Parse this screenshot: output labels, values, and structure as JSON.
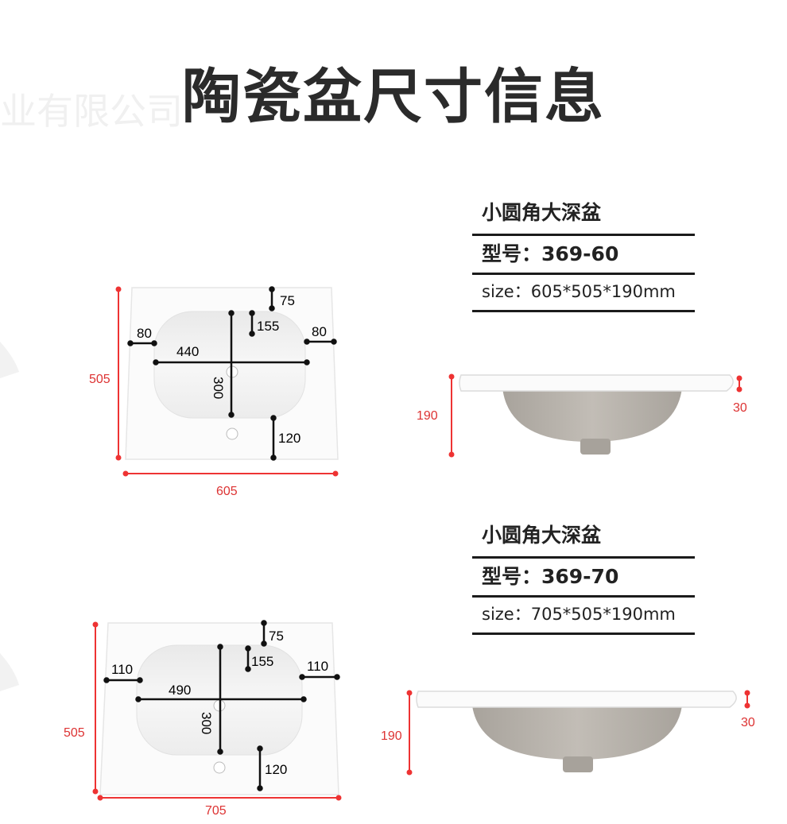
{
  "title": "陶瓷盆尺寸信息",
  "watermark": "业有限公司",
  "products": [
    {
      "name": "小圆角大深盆",
      "model": "型号：369-60",
      "size": "size：605*505*190mm",
      "top_view": {
        "width": "605",
        "depth": "505",
        "edge_left": "80",
        "edge_right": "80",
        "bowl_width": "440",
        "bowl_depth": "300",
        "rim_back": "75",
        "faucet_offset": "155",
        "drain_front": "120"
      },
      "side_view": {
        "height": "190",
        "rim": "30"
      }
    },
    {
      "name": "小圆角大深盆",
      "model": "型号：369-70",
      "size": "size：705*505*190mm",
      "top_view": {
        "width": "705",
        "depth": "505",
        "edge_left": "110",
        "edge_right": "110",
        "bowl_width": "490",
        "bowl_depth": "300",
        "rim_back": "75",
        "faucet_offset": "155",
        "drain_front": "120"
      },
      "side_view": {
        "height": "190",
        "rim": "30"
      }
    }
  ],
  "colors": {
    "red_dim": "#dd3333",
    "dark": "#1b1b1b",
    "basin_under": "#b9b4ad"
  }
}
